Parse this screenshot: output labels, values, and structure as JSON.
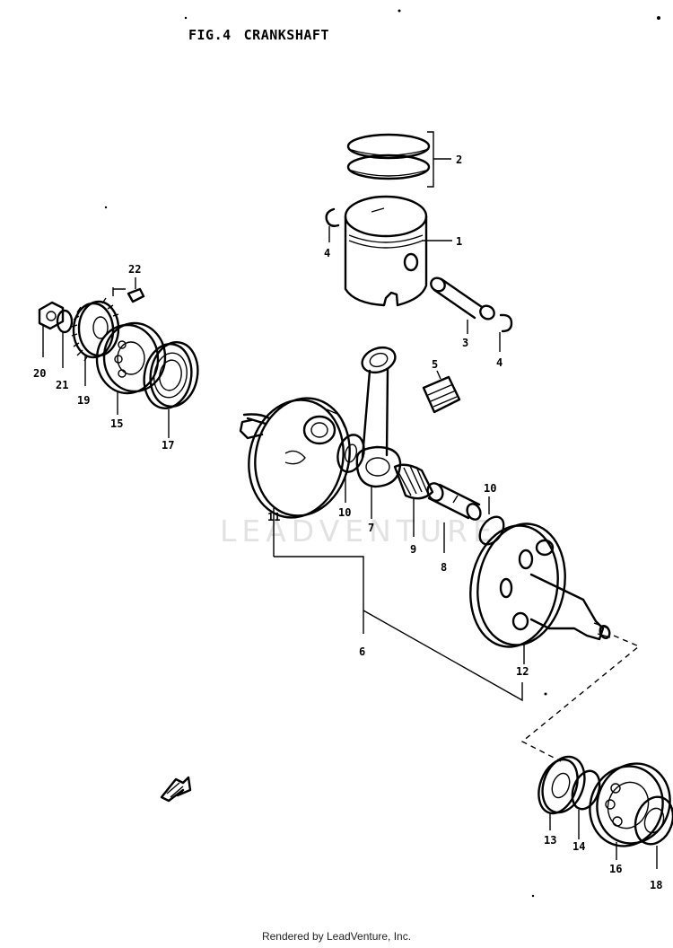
{
  "header": {
    "fig": "FIG.4",
    "title": "CRANKSHAFT"
  },
  "watermark": "LEADVENTURE",
  "footer": "Rendered by LeadVenture, Inc.",
  "callouts": {
    "c1": "1",
    "c2": "2",
    "c3": "3",
    "c4a": "4",
    "c4b": "4",
    "c5": "5",
    "c6": "6",
    "c7": "7",
    "c8": "8",
    "c9": "9",
    "c10a": "10",
    "c10b": "10",
    "c11": "11",
    "c12": "12",
    "c13": "13",
    "c14": "14",
    "c15": "15",
    "c16": "16",
    "c17": "17",
    "c18": "18",
    "c19": "19",
    "c20": "20",
    "c21": "21",
    "c22": "22"
  }
}
